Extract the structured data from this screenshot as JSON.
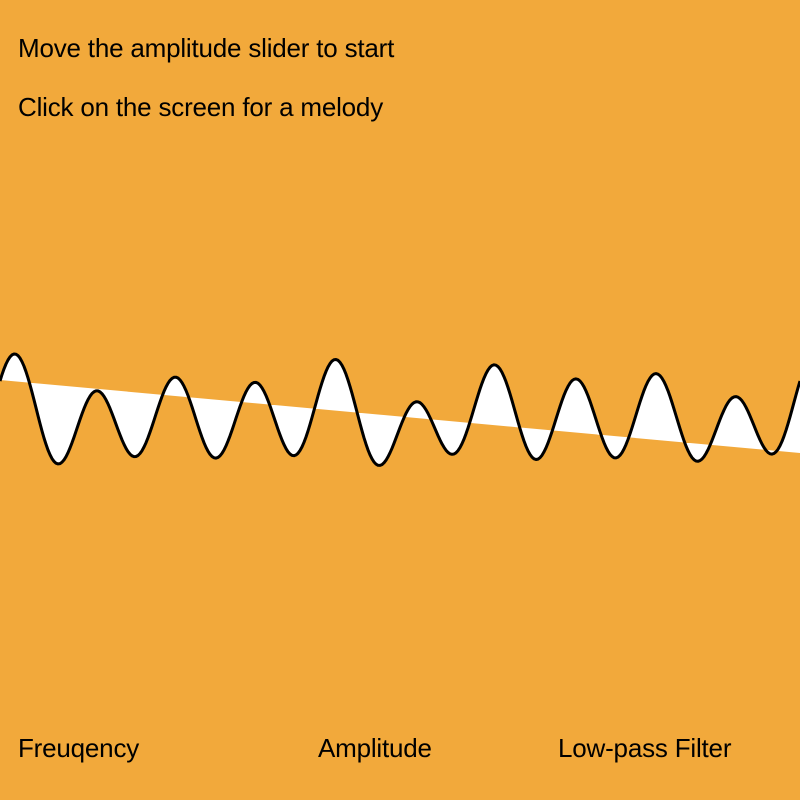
{
  "instructions": {
    "line1": "Move the amplitude slider to start",
    "line2": "Click on the screen for a melody"
  },
  "sliders": {
    "frequency_label": "Freuqency",
    "amplitude_label": "Amplitude",
    "lowpass_label": "Low-pass Filter"
  },
  "colors": {
    "background": "#f2a93b",
    "wave_fill": "#ffffff",
    "wave_stroke": "#000000"
  }
}
